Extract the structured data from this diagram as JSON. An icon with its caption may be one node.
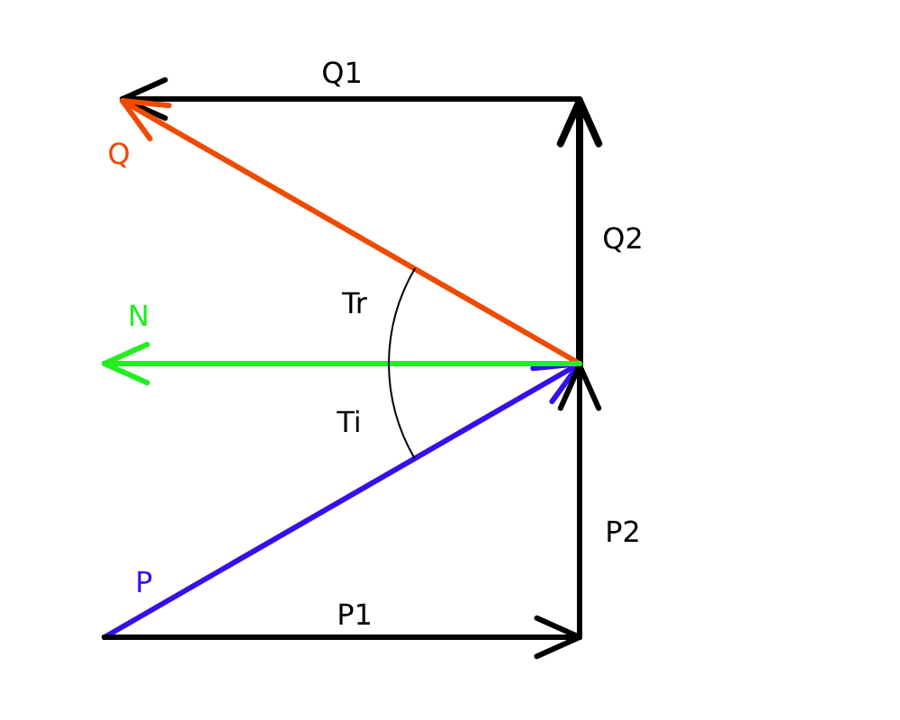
{
  "diagram": {
    "labels": [
      "Q1",
      "Q",
      "Q2",
      "Tr",
      "N",
      "Ti",
      "P2",
      "P",
      "P1"
    ]
  }
}
